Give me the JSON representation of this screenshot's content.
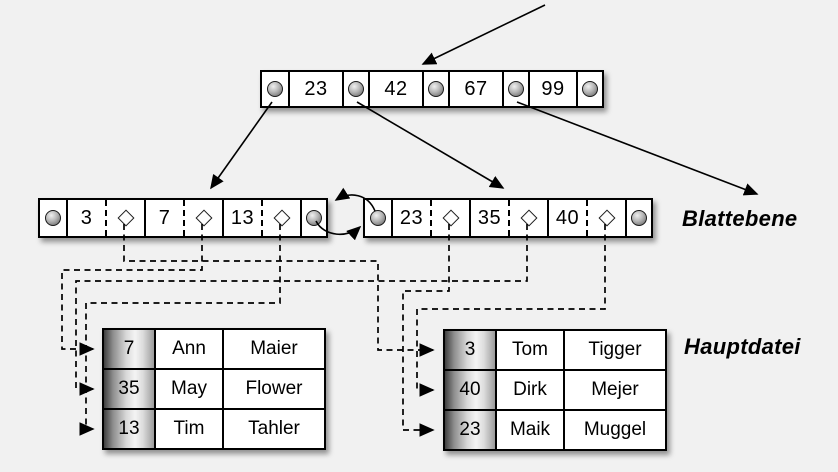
{
  "colors": {
    "background": "#f1f1f1",
    "box_fill": "#ffffff",
    "stroke": "#000000",
    "key_column_gradient": [
      "#3f3f3f",
      "#f4f4f4",
      "#9b9b9b"
    ]
  },
  "labels": {
    "leaf_level": "Blattebene",
    "main_file": "Hauptdatei"
  },
  "root_node": {
    "keys": [
      "23",
      "42",
      "67",
      "99"
    ]
  },
  "leaf_nodes": {
    "left": {
      "keys": [
        "3",
        "7",
        "13"
      ]
    },
    "right": {
      "keys": [
        "23",
        "35",
        "40"
      ]
    }
  },
  "main_file_tables": {
    "left": {
      "rows": [
        {
          "key": "7",
          "first_name": "Ann",
          "last_name": "Maier"
        },
        {
          "key": "35",
          "first_name": "May",
          "last_name": "Flower"
        },
        {
          "key": "13",
          "first_name": "Tim",
          "last_name": "Tahler"
        }
      ]
    },
    "right": {
      "rows": [
        {
          "key": "3",
          "first_name": "Tom",
          "last_name": "Tigger"
        },
        {
          "key": "40",
          "first_name": "Dirk",
          "last_name": "Mejer"
        },
        {
          "key": "23",
          "first_name": "Maik",
          "last_name": "Muggel"
        }
      ]
    }
  }
}
